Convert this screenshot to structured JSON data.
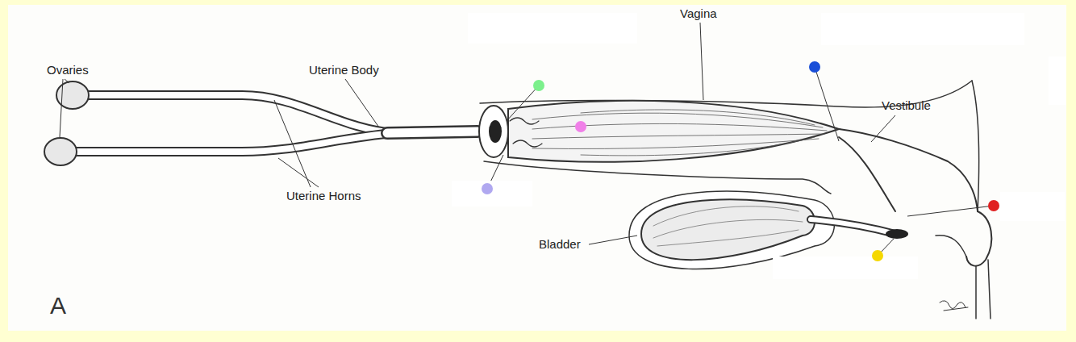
{
  "diagram": {
    "labels": [
      "Ovaries",
      "Uterine Body",
      "Uterine Horns",
      "Vagina",
      "Vestibule",
      "Bladder",
      "A"
    ]
  }
}
